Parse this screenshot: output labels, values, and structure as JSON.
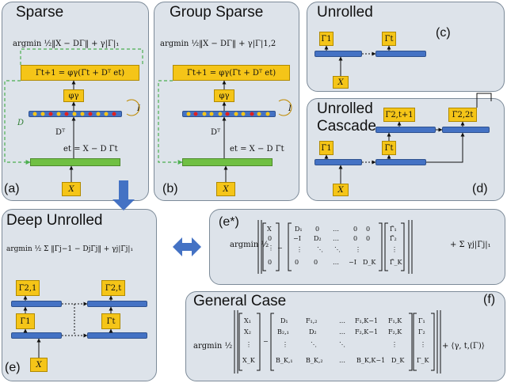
{
  "panels": {
    "sparse": {
      "title": "Sparse",
      "label": "(a)",
      "objective": "argmin ½‖X − DΓ‖ + γ|Γ|₁",
      "update": "Γ̄t+1 = φγ(Γ̄t + Dᵀ et)",
      "prox": "φγ",
      "dt": "Dᵀ",
      "residual": "et = X − D Γ̄t",
      "dlabel": "D",
      "ilabel": "I",
      "input": "X"
    },
    "group_sparse": {
      "title": "Group Sparse",
      "label": "(b)",
      "objective": "argmin ½‖X − DΓ‖ + γ|Γ|1,2",
      "update": "Γ̄t+1 = φγ(Γ̄t + Dᵀ et)",
      "prox": "φγ",
      "dt": "Dᵀ",
      "residual": "et = X − D Γ̄t",
      "ilabel": "I",
      "input": "X"
    },
    "unrolled": {
      "title": "Unrolled",
      "label": "(c)",
      "gamma1": "Γ̄1",
      "gammat": "Γ̄t",
      "input": "X"
    },
    "unrolled_cascade": {
      "title_line1": "Unrolled",
      "title_line2": "Cascade",
      "label": "(d)",
      "gamma1": "Γ̄1",
      "gammat": "Γ̄t",
      "gamma2t1": "Γ̄2,t+1",
      "gamma2t": "Γ̄2,2t",
      "input": "X"
    },
    "deep_unrolled": {
      "title": "Deep Unrolled",
      "label": "(e)",
      "objective": "argmin ½ Σ ‖Γ̄j−1 − DjΓ̄j‖ + γj|Γ̄j|₁",
      "gamma1": "Γ̄1",
      "gammat": "Γ̄t",
      "gamma21": "Γ̄2,1",
      "gamma2t": "Γ̄2,t",
      "input": "X"
    },
    "estar": {
      "label": "(e*)",
      "objective_left": "argmin ½",
      "objective_right": "+ Σ γj|Γ̄j|₁"
    },
    "general": {
      "title": "General Case",
      "label": "(f)",
      "objective_left": "argmin ½",
      "objective_right": "+ ⟨γ, t,(Γ)⟩"
    }
  },
  "colors": {
    "panel_fill": "#dde3ea",
    "panel_border": "#7d8b99",
    "yellow": "#f5c518",
    "blue": "#4472c4",
    "green": "#70c043",
    "dashed_green": "#4caf50",
    "arrow_blue": "#4472c4"
  }
}
